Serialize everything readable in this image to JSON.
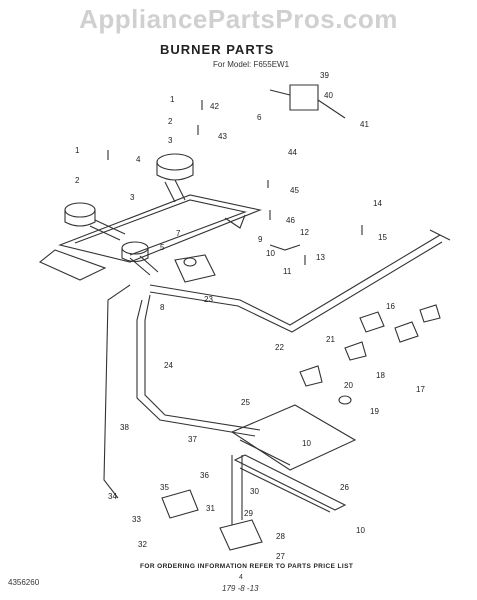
{
  "header": {
    "site_title": "AppliancePartsPros.com"
  },
  "diagram": {
    "title": "BURNER PARTS",
    "subtitle": "For Model: F655EW1",
    "callouts": [
      "1",
      "2",
      "3",
      "4",
      "1",
      "2",
      "3",
      "5",
      "6",
      "7",
      "8",
      "9",
      "10",
      "11",
      "12",
      "13",
      "14",
      "15",
      "16",
      "17",
      "18",
      "19",
      "20",
      "21",
      "22",
      "23",
      "24",
      "25",
      "26",
      "27",
      "28",
      "29",
      "30",
      "31",
      "32",
      "33",
      "34",
      "35",
      "36",
      "37",
      "38",
      "39",
      "40",
      "41",
      "42",
      "43",
      "44",
      "45",
      "46",
      "10",
      "10"
    ]
  },
  "footer": {
    "ordering_note": "FOR ORDERING INFORMATION REFER TO PARTS PRICE LIST",
    "page_number": "4",
    "document_number": "4356260",
    "date_code": "179 -8 -13"
  }
}
